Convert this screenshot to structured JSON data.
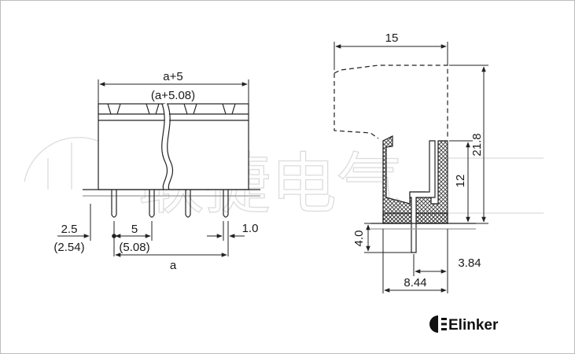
{
  "watermark": {
    "text": "联捷电气"
  },
  "front_view": {
    "top_width": "a+5",
    "top_width_alt": "(a+5.08)",
    "edge_offset": "2.5",
    "edge_offset_alt": "(2.54)",
    "pitch": "5",
    "pitch_alt": "(5.08)",
    "pin_width": "1.0",
    "overall": "a"
  },
  "side_view": {
    "width": "15",
    "height": "21.8",
    "body_height": "12",
    "pin_length": "4.0",
    "pin_offset": "3.84",
    "base_width": "8.44"
  },
  "logo": {
    "text": "Elinker"
  }
}
